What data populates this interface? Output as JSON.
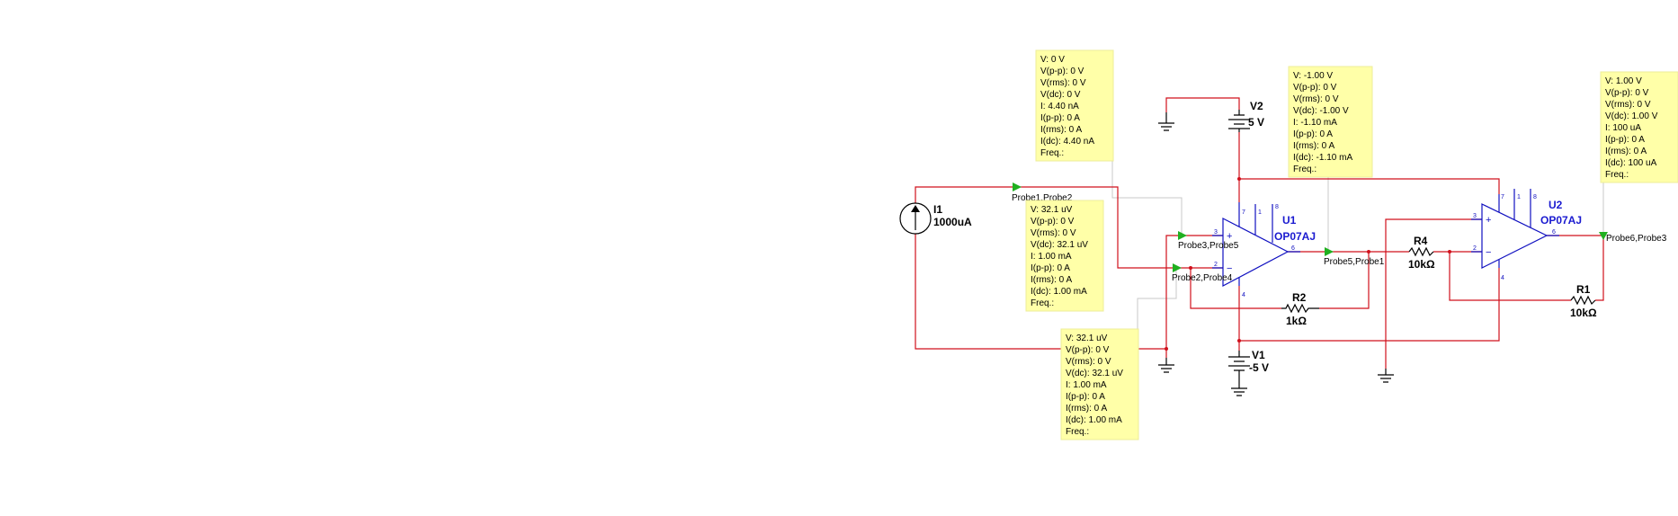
{
  "colors": {
    "wire": "#d0101c",
    "component": "#1010c0",
    "probe_box": "#ffffa8",
    "probe_arrow": "#20b020"
  },
  "probes": [
    {
      "id": "probe-box-input-top",
      "lines": [
        "V: 0 V",
        "V(p-p): 0 V",
        "V(rms): 0 V",
        "V(dc): 0 V",
        "I: 4.40 nA",
        "I(p-p): 0 A",
        "I(rms): 0 A",
        "I(dc): 4.40 nA",
        "Freq.:"
      ]
    },
    {
      "id": "probe-box-input-mid",
      "lines": [
        "V: 32.1 uV",
        "V(p-p): 0 V",
        "V(rms): 0 V",
        "V(dc): 32.1 uV",
        "I: 1.00 mA",
        "I(p-p): 0 A",
        "I(rms): 0 A",
        "I(dc): 1.00 mA",
        "Freq.:"
      ]
    },
    {
      "id": "probe-box-input-bottom",
      "lines": [
        "V: 32.1 uV",
        "V(p-p): 0 V",
        "V(rms): 0 V",
        "V(dc): 32.1 uV",
        "I: 1.00 mA",
        "I(p-p): 0 A",
        "I(rms): 0 A",
        "I(dc): 1.00 mA",
        "Freq.:"
      ]
    },
    {
      "id": "probe-box-u1-output",
      "lines": [
        "V: -1.00 V",
        "V(p-p): 0 V",
        "V(rms): 0 V",
        "V(dc): -1.00 V",
        "I: -1.10 mA",
        "I(p-p): 0 A",
        "I(rms): 0 A",
        "I(dc): -1.10 mA",
        "Freq.:"
      ]
    },
    {
      "id": "probe-box-u2-output",
      "lines": [
        "V: 1.00 V",
        "V(p-p): 0 V",
        "V(rms): 0 V",
        "V(dc): 1.00 V",
        "I: 100 uA",
        "I(p-p): 0 A",
        "I(rms): 0 A",
        "I(dc): 100 uA",
        "Freq.:"
      ]
    }
  ],
  "probe_labels": [
    "Probe1,Probe2",
    "Probe3,Probe5",
    "Probe2,Probe4",
    "Probe5,Probe1",
    "Probe6,Probe3"
  ],
  "components": {
    "I1": {
      "name": "I1",
      "value": "1000uA"
    },
    "V2": {
      "name": "V2",
      "value": "5 V"
    },
    "V1": {
      "name": "V1",
      "value": "-5 V"
    },
    "U1": {
      "name": "U1",
      "model": "OP07AJ"
    },
    "U2": {
      "name": "U2",
      "model": "OP07AJ"
    },
    "R1": {
      "name": "R1",
      "value": "10kΩ"
    },
    "R2": {
      "name": "R2",
      "value": "1kΩ"
    },
    "R4": {
      "name": "R4",
      "value": "10kΩ"
    }
  },
  "pins": {
    "p7": "7",
    "p1": "1",
    "p8": "8",
    "p3": "3",
    "p2": "2",
    "p6": "6",
    "p4": "4",
    "plus": "+",
    "minus": "−"
  }
}
